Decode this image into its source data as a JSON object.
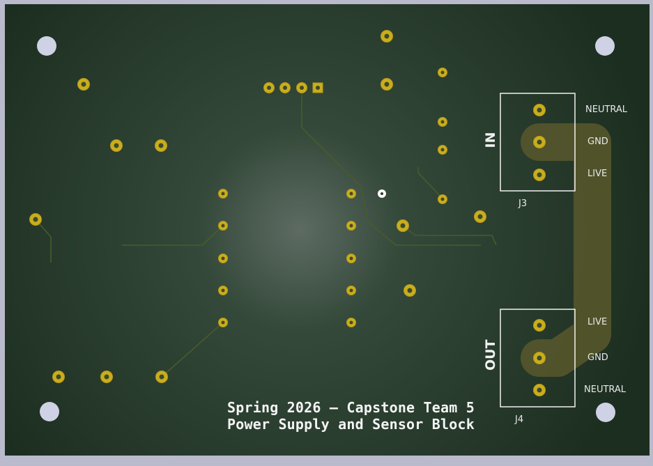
{
  "board": {
    "title_line1": "Spring 2026 — Capstone Team 5",
    "title_line2": "Power Supply and Sensor Block",
    "colors": {
      "substrate": "#1f3324",
      "substrate_highlight": "#5a6b60",
      "pad_ring": "#c9ae1c",
      "pad_center": "#d9c22b",
      "trace": "#4d5a2c",
      "pour": "#56572a",
      "mounting_hole": "#c8c9dd",
      "silkscreen": "#ffffff"
    }
  },
  "connectors": {
    "j3": {
      "ref": "J3",
      "side": "IN",
      "pins": [
        "NEUTRAL",
        "GND",
        "LIVE"
      ]
    },
    "j4": {
      "ref": "J4",
      "side": "OUT",
      "pins": [
        "LIVE",
        "GND",
        "NEUTRAL"
      ]
    }
  }
}
